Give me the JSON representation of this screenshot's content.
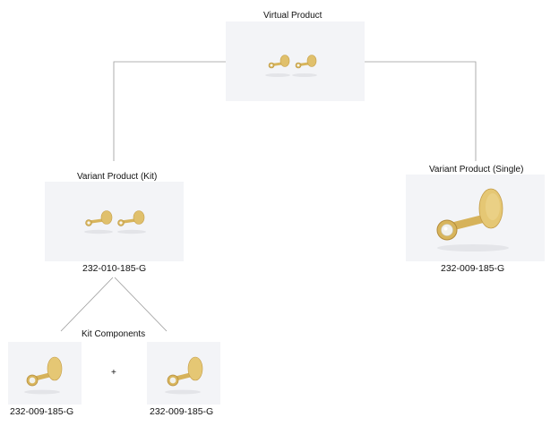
{
  "virtual": {
    "label": "Virtual Product"
  },
  "variant_kit": {
    "label": "Variant Product (Kit)",
    "sku": "232-010-185-G"
  },
  "variant_single": {
    "label": "Variant Product (Single)",
    "sku": "232-009-185-G"
  },
  "kit_components": {
    "label": "Kit Components",
    "plus": "+",
    "items": [
      {
        "sku": "232-009-185-G"
      },
      {
        "sku": "232-009-185-G"
      }
    ]
  },
  "colors": {
    "gold": "#d8b55c",
    "line": "#9a9a9a",
    "image_bg": "#f3f4f7"
  },
  "icons": {
    "product_image": "gold-stud-earring-icon"
  }
}
